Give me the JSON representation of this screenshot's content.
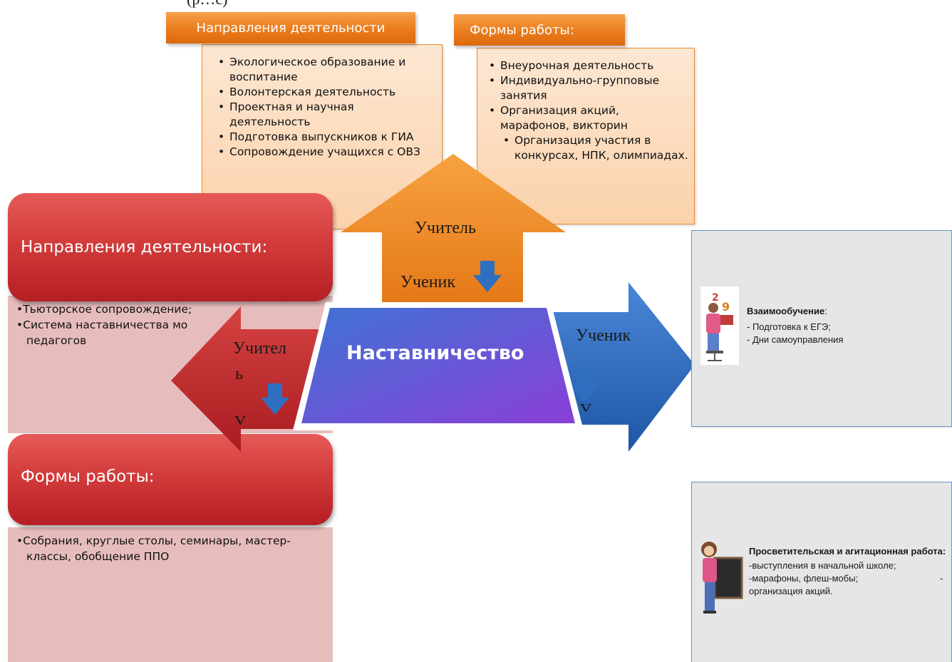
{
  "top_cut_text": "(р…с)",
  "orange_left": {
    "title": "Направления деятельности",
    "items": [
      "Экологическое образование и воспитание",
      "Волонтерская деятельность",
      "Проектная и научная деятельность",
      "Подготовка выпускников к ГИА",
      "Сопровождение учащихся  с ОВЗ"
    ]
  },
  "orange_right": {
    "title": "Формы работы:",
    "items": [
      "Внеурочная деятельность",
      "Индивидуально-групповые занятия",
      "Организация акций, марафонов, викторин"
    ],
    "sub_items": [
      "Организация участия в конкурсах, НПК, олимпиадах."
    ]
  },
  "up_arrow": {
    "top_label": "Учитель",
    "bottom_label": "Ученик"
  },
  "left_arrow": {
    "label_line1": "Учител",
    "label_line2": "ь",
    "cut_label": "У"
  },
  "right_arrow": {
    "label": "Ученик",
    "cut_label": "У"
  },
  "center": {
    "title": "Наставничество"
  },
  "red_top": {
    "title": "Направления  деятельности:",
    "items": [
      "•Тьюторское сопровождение;",
      "•Система наставничества молодых педагогов"
    ],
    "line2_visible": "•Система наставничества мо",
    "line3": "педагогов"
  },
  "red_bottom": {
    "title": "Формы работы:",
    "line1": "•Собрания, круглые столы, семинары, мастер-",
    "line2": "классы, обобщение ППО"
  },
  "right_top": {
    "title": "Взаимообучение",
    "title_suffix": ":",
    "lines": [
      "- Подготовка к ЕГЭ;",
      "- Дни самоуправления"
    ]
  },
  "right_bottom": {
    "title": "Просветительская и агитационная работа:",
    "lines": [
      "-выступления в начальной школе;",
      "-марафоны, флеш-мобы;",
      "организация акций."
    ],
    "dash": "-"
  },
  "colors": {
    "orange": "#ea7c1c",
    "red": "#c8302f",
    "blue_arrow": "#2f6fc0",
    "center_top": "#3f6fd6",
    "center_bottom": "#8a3fd6"
  }
}
